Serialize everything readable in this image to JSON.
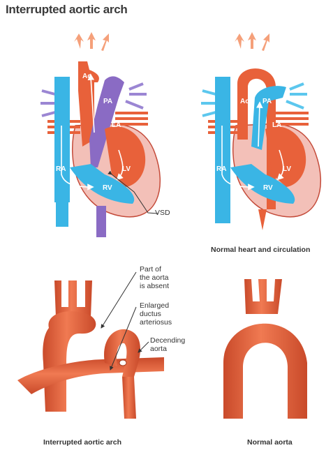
{
  "title": "Interrupted aortic arch",
  "top_left": {
    "labels": {
      "ao": "Ao",
      "pa": "PA",
      "la": "LA",
      "ra": "RA",
      "lv": "LV",
      "rv": "RV"
    },
    "vsd_label": "VSD"
  },
  "top_right": {
    "labels": {
      "ao": "Ao",
      "pa": "PA",
      "la": "LA",
      "ra": "RA",
      "lv": "LV",
      "rv": "RV"
    },
    "caption": "Normal heart and circulation"
  },
  "bottom_left": {
    "callout_absent": "Part of\nthe aorta\nis absent",
    "callout_ductus": "Enlarged\nductus\narteriosus",
    "callout_descending": "Decending\naorta",
    "caption": "Interrupted aortic arch"
  },
  "bottom_right": {
    "caption": "Normal aorta"
  },
  "colors": {
    "aorta": "#e8613a",
    "aorta_light": "#f49a75",
    "venous_blue": "#3ab5e5",
    "mixed_purple": "#8a6bc4",
    "heart_pink": "#f3c0b8",
    "heart_outline": "#c44b3a"
  }
}
